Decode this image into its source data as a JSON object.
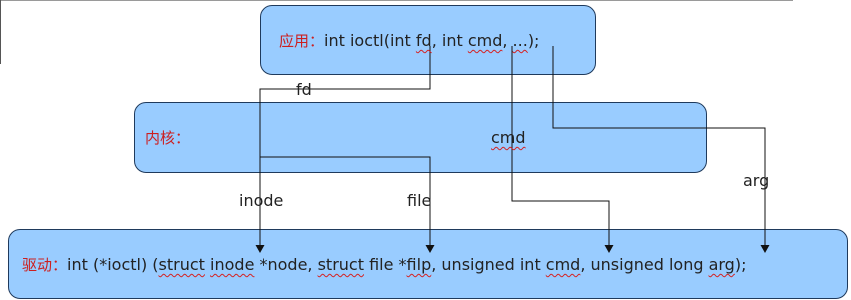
{
  "app": {
    "label": "应用：",
    "code": [
      {
        "t": "int ioctl(int ",
        "sq": false
      },
      {
        "t": "fd",
        "sq": true
      },
      {
        "t": ", int ",
        "sq": false
      },
      {
        "t": "cmd",
        "sq": true
      },
      {
        "t": ", ",
        "sq": false
      },
      {
        "t": "...",
        "sq": true
      },
      {
        "t": ");",
        "sq": false
      }
    ]
  },
  "kernel": {
    "label": "内核：",
    "cmd_text": "cmd"
  },
  "driver": {
    "label": "驱动：",
    "code": [
      {
        "t": "int (*ioctl) (",
        "sq": false
      },
      {
        "t": "struct",
        "sq": true
      },
      {
        "t": " ",
        "sq": false
      },
      {
        "t": "inode",
        "sq": true
      },
      {
        "t": " *node, ",
        "sq": false
      },
      {
        "t": "struct",
        "sq": true
      },
      {
        "t": " file *",
        "sq": false
      },
      {
        "t": "filp",
        "sq": true
      },
      {
        "t": ", unsigned int ",
        "sq": false
      },
      {
        "t": "cmd",
        "sq": true
      },
      {
        "t": ", unsigned long ",
        "sq": false
      },
      {
        "t": "arg",
        "sq": true
      },
      {
        "t": ");",
        "sq": false
      }
    ]
  },
  "flow_labels": {
    "fd": "fd",
    "inode": "inode",
    "file": "file",
    "arg": "arg"
  },
  "colors": {
    "box_fill": "#99ccff",
    "box_border": "#1f3a5c",
    "label_red": "#cc1f1f",
    "squiggle": "#d62020"
  }
}
